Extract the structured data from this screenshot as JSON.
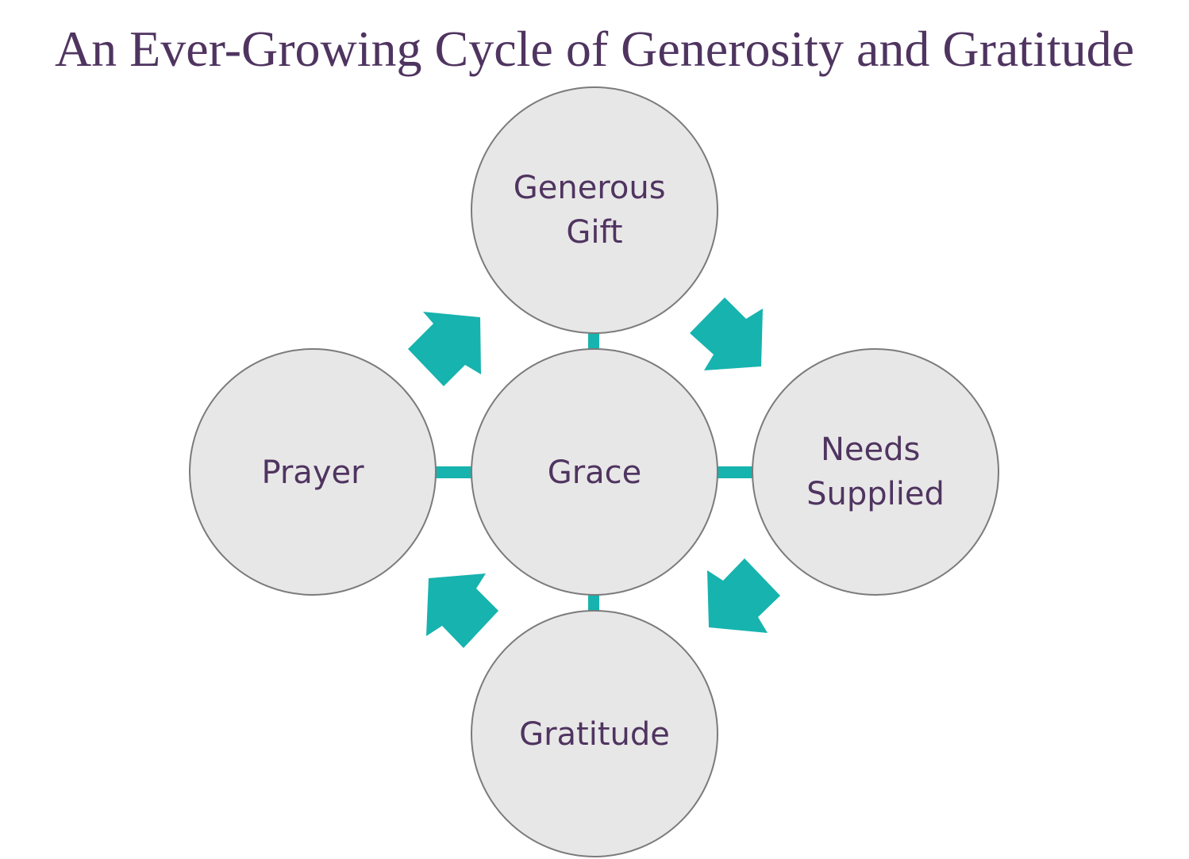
{
  "title": "An Ever-Growing Cycle of Generosity and Gratitude",
  "colors": {
    "title_text": "#4f3460",
    "node_fill": "#e8e7e7",
    "node_stroke": "#7b7b7b",
    "arrow": "#17b3ae",
    "label_text": "#4f3460"
  },
  "nodes": {
    "center": {
      "lines": [
        "Grace"
      ]
    },
    "top": {
      "lines": [
        "Generous",
        "Gift"
      ]
    },
    "right": {
      "lines": [
        "Needs",
        "Supplied"
      ]
    },
    "bottom": {
      "lines": [
        "Gratitude"
      ]
    },
    "left": {
      "lines": [
        "Prayer"
      ]
    }
  }
}
